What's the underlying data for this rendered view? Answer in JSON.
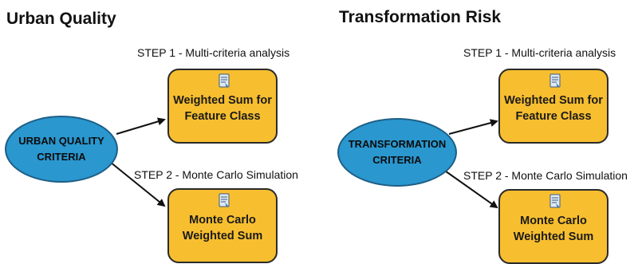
{
  "panels": [
    {
      "title": "Urban Quality",
      "input_label": "URBAN QUALITY\nCRITERIA",
      "step1_label": "STEP 1 - Multi-criteria analysis",
      "tool1_label": "Weighted Sum for\nFeature Class",
      "tool1_icon": "tool-script-icon",
      "step2_label": "STEP 2 - Monte Carlo Simulation",
      "tool2_label": "Monte Carlo\nWeighted Sum",
      "tool2_icon": "tool-script-icon"
    },
    {
      "title": "Transformation Risk",
      "input_label": "TRANSFORMATION\nCRITERIA",
      "step1_label": "STEP 1 - Multi-criteria analysis",
      "tool1_label": "Weighted Sum for\nFeature Class",
      "tool1_icon": "tool-script-icon",
      "step2_label": "STEP 2 - Monte Carlo Simulation",
      "tool2_label": "Monte Carlo\nWeighted Sum",
      "tool2_icon": "tool-script-icon"
    }
  ],
  "colors": {
    "input_fill": "#2a97cf",
    "tool_fill": "#f7be2f"
  }
}
